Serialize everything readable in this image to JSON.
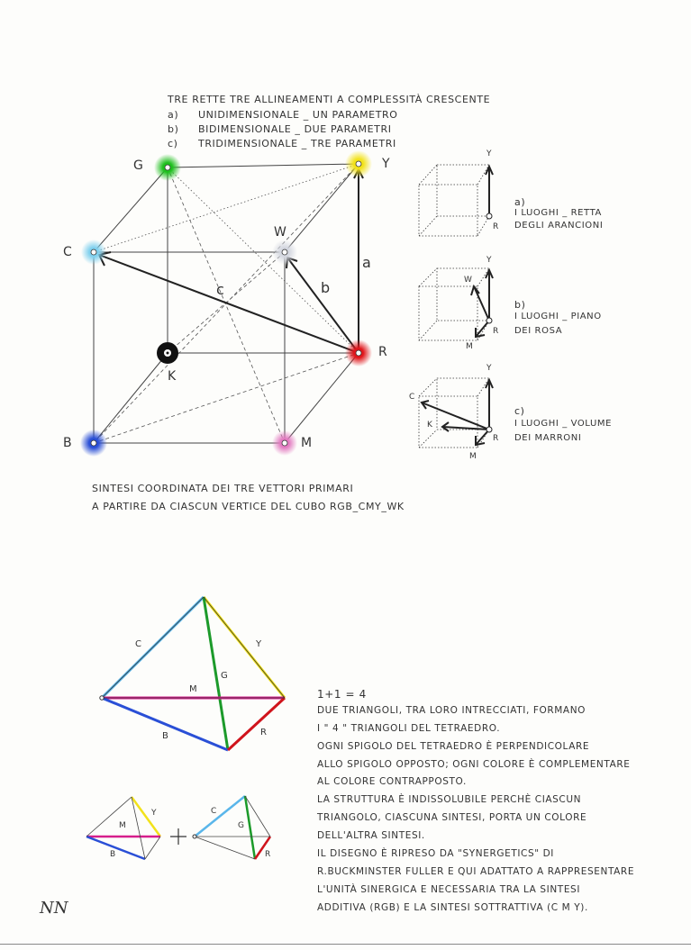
{
  "title_block": {
    "title": "TRE RETTE TRE ALLINEAMENTI A COMPLESSITÀ CRESCENTE",
    "items": [
      {
        "key": "a)",
        "text": "UNIDIMENSIONALE _ UN PARAMETRO"
      },
      {
        "key": "b)",
        "text": "BIDIMENSIONALE _ DUE PARAMETRI"
      },
      {
        "key": "c)",
        "text": "TRIDIMENSIONALE _ TRE PARAMETRI"
      }
    ]
  },
  "cube": {
    "vertices": [
      {
        "label": "G",
        "color": "#1fbf1f"
      },
      {
        "label": "Y",
        "color": "#f2e21a"
      },
      {
        "label": "C",
        "color": "#7fd0ee"
      },
      {
        "label": "W",
        "color": "#cfd2dc"
      },
      {
        "label": "K",
        "color": "#111111"
      },
      {
        "label": "R",
        "color": "#e0161c"
      },
      {
        "label": "B",
        "color": "#2a4fd6"
      },
      {
        "label": "M",
        "color": "#e27ac0"
      }
    ],
    "vector_labels": [
      "a",
      "b",
      "c"
    ],
    "caption_line1": "SINTESI COORDINATA DEI TRE VETTORI PRIMARI",
    "caption_line2": "A PARTIRE DA CIASCUN VERTICE DEL CUBO RGB_CMY_WK"
  },
  "small_cubes": [
    {
      "key": "a)",
      "line1": "I LUOGHI _ RETTA",
      "line2": "DEGLI ARANCIONI",
      "labels": [
        "Y",
        "R"
      ]
    },
    {
      "key": "b)",
      "line1": "I LUOGHI _ PIANO",
      "line2": "DEI ROSA",
      "labels": [
        "Y",
        "W",
        "R",
        "M"
      ]
    },
    {
      "key": "c)",
      "line1": "I LUOGHI _ VOLUME",
      "line2": "DEI MARRONI",
      "labels": [
        "Y",
        "C",
        "K",
        "R",
        "M"
      ]
    }
  ],
  "tetra": {
    "labels": [
      "C",
      "Y",
      "M",
      "G",
      "B",
      "R"
    ],
    "plus": "+",
    "small_left_labels": [
      "Y",
      "M",
      "B"
    ],
    "small_right_labels": [
      "C",
      "G",
      "R"
    ]
  },
  "text_block": {
    "heading": "1+1 = 4",
    "lines": [
      "DUE TRIANGOLI, TRA LORO INTRECCIATI, FORMANO",
      "I \" 4 \" TRIANGOLI DEL TETRAEDRO.",
      "OGNI SPIGOLO DEL TETRAEDRO È PERPENDICOLARE",
      "ALLO SPIGOLO OPPOSTO; OGNI COLORE È COMPLEMENTARE",
      "AL COLORE CONTRAPPOSTO.",
      "LA STRUTTURA È INDISSOLUBILE PERCHÈ CIASCUN",
      "TRIANGOLO, CIASCUNA SINTESI, PORTA UN COLORE",
      "DELL'ALTRA SINTESI.",
      "IL DISEGNO È RIPRESO DA \"SYNERGETICS\" DI",
      "R.BUCKMINSTER FULLER E QUI ADATTATO A RAPPRESENTARE",
      "L'UNITÀ SINERGICA E NECESSARIA TRA LA SINTESI",
      "ADDITIVA (RGB) E LA SINTESI SOTTRATTIVA (C M Y)."
    ]
  },
  "signature": "NN"
}
